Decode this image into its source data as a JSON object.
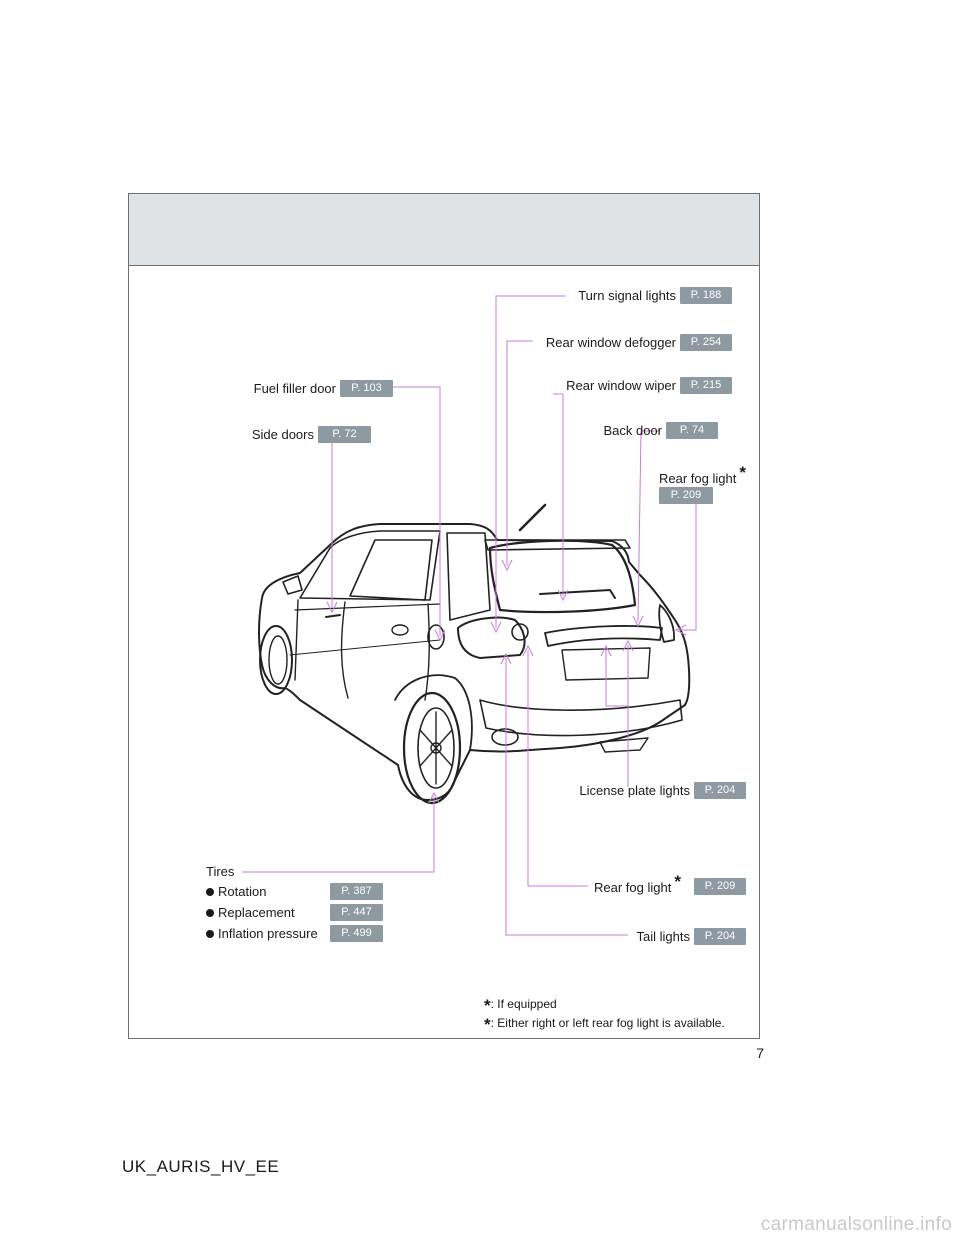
{
  "page_number": "7",
  "footer_code": "UK_AURIS_HV_EE",
  "watermark": "carmanualsonline.info",
  "asterisk": "*",
  "labels": {
    "turn_signal": {
      "text": "Turn signal lights",
      "page": "P. 188"
    },
    "rear_defogger": {
      "text": "Rear window defogger",
      "page": "P. 254"
    },
    "rear_wiper": {
      "text": "Rear window wiper",
      "page": "P. 215"
    },
    "back_door": {
      "text": "Back door",
      "page": "P. 74"
    },
    "rear_fog_top": {
      "text": "Rear fog light",
      "page": "P. 209"
    },
    "fuel_door": {
      "text": "Fuel filler door",
      "page": "P. 103"
    },
    "side_doors": {
      "text": "Side doors",
      "page": "P. 72"
    },
    "license_plate": {
      "text": "License plate lights",
      "page": "P. 204"
    },
    "rear_fog_bottom": {
      "text": "Rear fog light",
      "page": "P. 209"
    },
    "tail_lights": {
      "text": "Tail lights",
      "page": "P. 204"
    }
  },
  "tires": {
    "title": "Tires",
    "items": [
      {
        "text": "Rotation",
        "page": "P. 387"
      },
      {
        "text": "Replacement",
        "page": "P. 447"
      },
      {
        "text": "Inflation pressure",
        "page": "P. 499"
      }
    ]
  },
  "notes": {
    "if_equipped": ": If equipped",
    "either_side": ": Either right or left rear fog light is available."
  },
  "colors": {
    "leader_line": "#c77dd8",
    "badge": "#8e9aa1",
    "header_band": "#dfe3e6"
  }
}
